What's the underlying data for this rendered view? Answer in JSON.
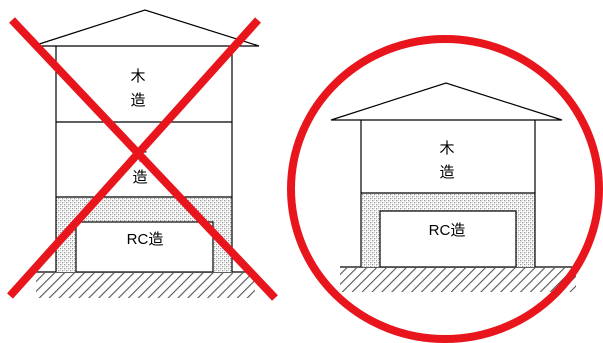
{
  "left_building": {
    "upper_floor_label_line1": "木",
    "upper_floor_label_line2": "造",
    "middle_floor_label_line1": "木",
    "middle_floor_label_line2": "造",
    "ground_floor_label": "RC造",
    "mark": "cross"
  },
  "right_building": {
    "upper_floor_label_line1": "木",
    "upper_floor_label_line2": "造",
    "ground_floor_label": "RC造",
    "mark": "circle"
  },
  "colors": {
    "mark": "#e8161c",
    "outline": "#000000",
    "hatch": "#555555",
    "stipple": "#9a9a9a"
  }
}
